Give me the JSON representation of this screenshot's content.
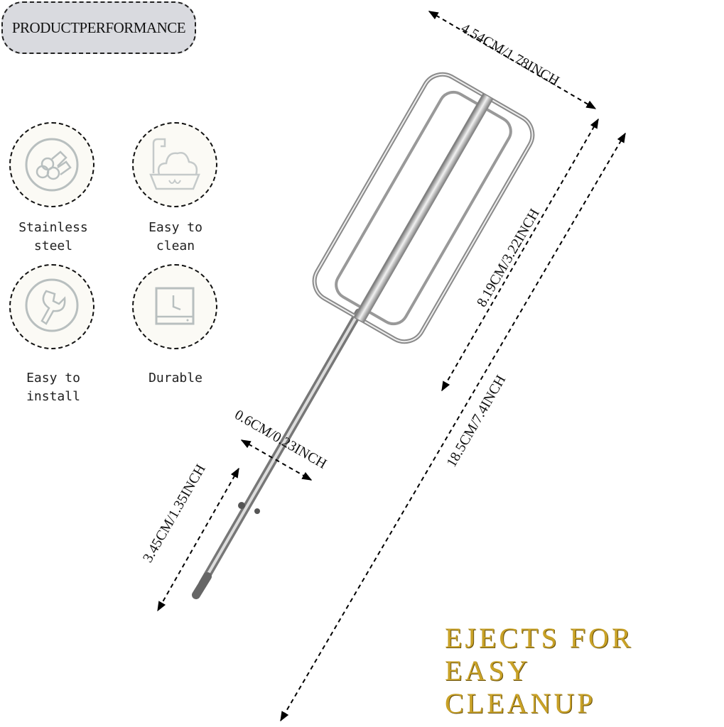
{
  "header": {
    "badge": "PRODUCTPERFORMANCE"
  },
  "features": [
    {
      "label": "Stainless\nsteel",
      "icon": "stainless-steel-icon"
    },
    {
      "label": "Easy to\nclean",
      "icon": "cleaning-basin-icon"
    },
    {
      "label": "Easy to\ninstall",
      "icon": "wrench-icon"
    },
    {
      "label": "Durable",
      "icon": "clock-box-icon"
    }
  ],
  "dimensions": {
    "width": "4.54CM/1.78INCH",
    "paddle_length": "8.19CM/3.22INCH",
    "total_length": "18.5CM/7.4INCH",
    "shaft_diameter": "0.6CM/0.23INCH",
    "shank_length": "3.45CM/1.35INCH"
  },
  "slogan": {
    "line1": "EJECTS FOR EASY",
    "line2": "CLEANUP"
  },
  "colors": {
    "slogan": "#c9a227",
    "badge_bg": "#d9dadf",
    "icon": "#b8bfbf"
  }
}
